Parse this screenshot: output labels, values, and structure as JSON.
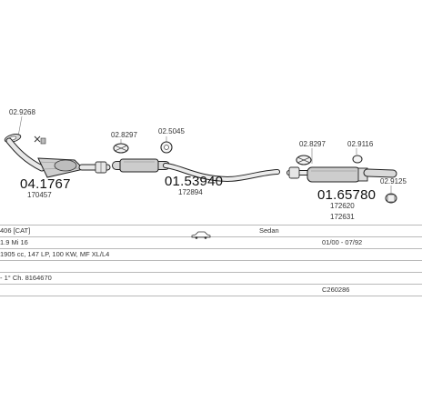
{
  "parts": {
    "ref_02_9268": "02.9268",
    "ref_02_8297a": "02.8297",
    "ref_02_5045": "02.5045",
    "ref_02_8297b": "02.8297",
    "ref_02_9116": "02.9116",
    "ref_02_9125": "02.9125",
    "cat_code": "04.1767",
    "cat_oe": "170457",
    "middle_code": "01.53940",
    "middle_oe": "172894",
    "rear_code": "01.65780",
    "rear_oe_1": "172620",
    "rear_oe_2": "172631"
  },
  "info": {
    "model": "406 [CAT]",
    "body": "Sedan",
    "engine": "1.9 Mi 16",
    "date_range": "01/00 - 07/92",
    "specs": "1905 cc, 147 LP, 100 KW, MF XL/L4",
    "chassis": "- 1° Ch. 8164670",
    "kit_code": "C260286"
  },
  "icons": {
    "car": "sedan-car-icon"
  }
}
